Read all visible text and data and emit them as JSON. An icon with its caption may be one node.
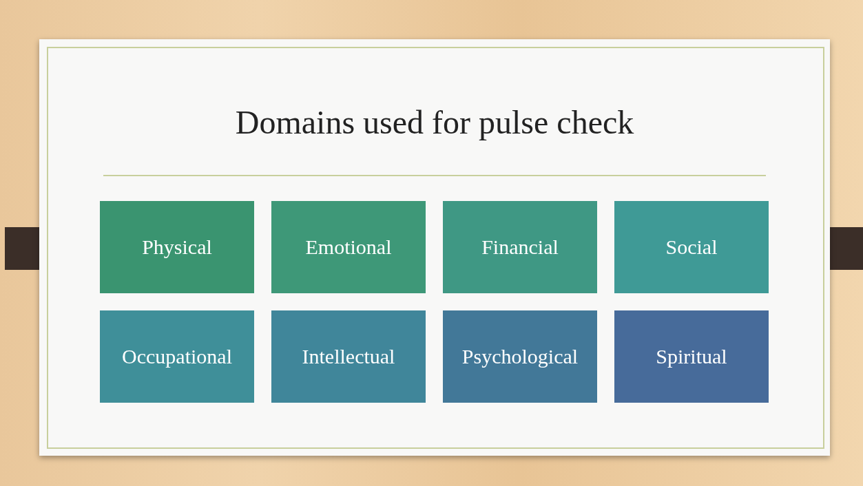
{
  "diagram": {
    "title": "Domains used for pulse check",
    "nodes": [
      {
        "text": [
          "Physical"
        ]
      },
      {
        "text": [
          "Emotional"
        ]
      },
      {
        "text": [
          "Financial"
        ]
      },
      {
        "text": [
          "Social"
        ]
      },
      {
        "text": [
          "Occupational"
        ]
      },
      {
        "text": [
          "Intellectual"
        ]
      },
      {
        "text": [
          "Psychological"
        ]
      },
      {
        "text": [
          "Spiritual"
        ]
      }
    ]
  }
}
